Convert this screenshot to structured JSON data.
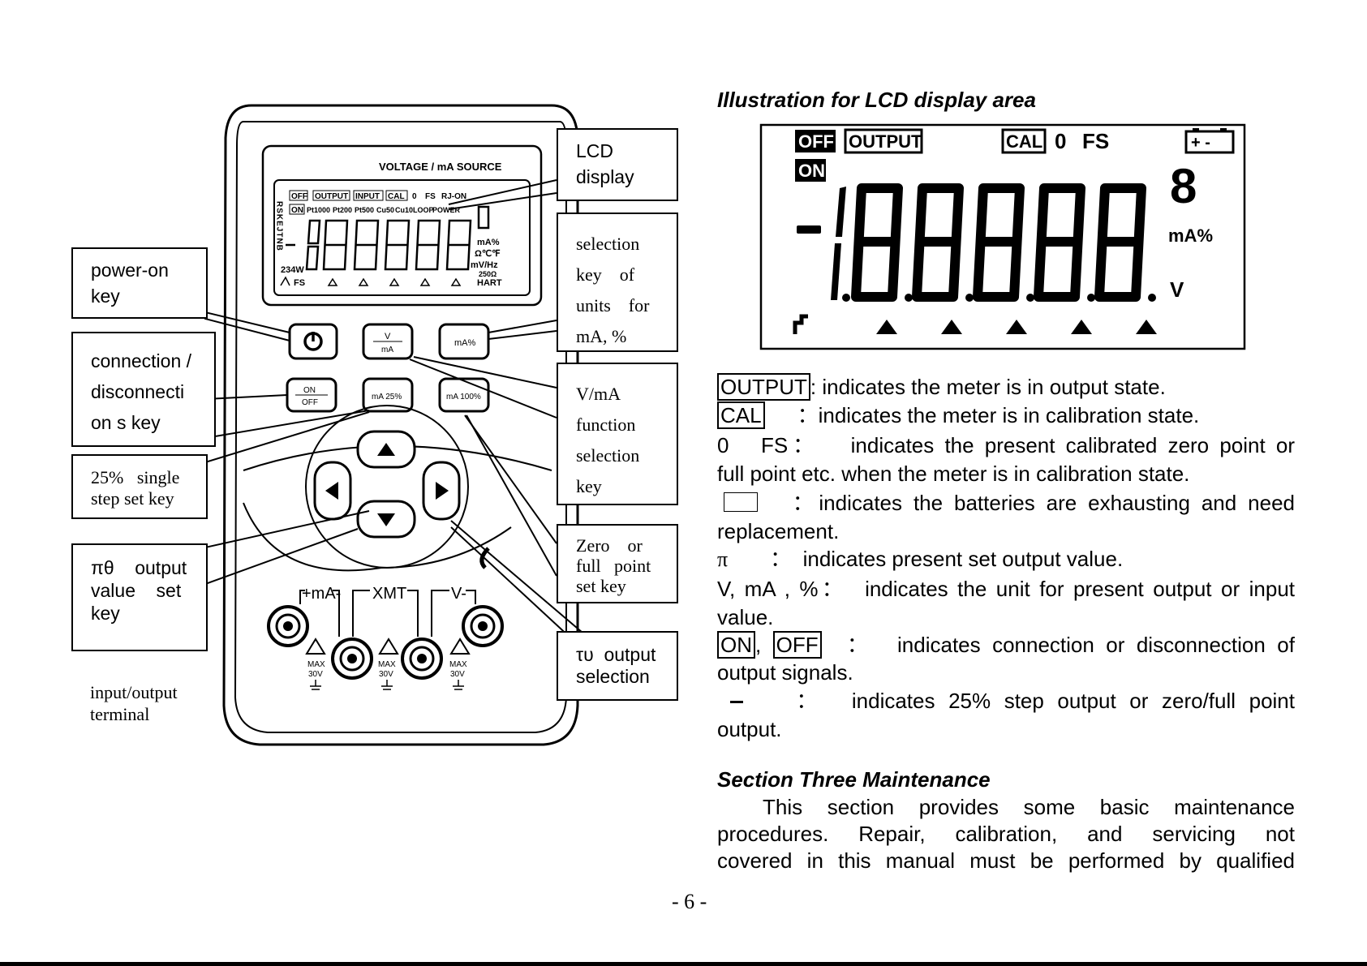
{
  "device": {
    "lcd_header": "VOLTAGE / mA SOURCE",
    "lcd_flags_row1": [
      "OFF",
      "OUTPUT",
      "INPUT",
      "CAL",
      "0",
      "FS",
      "RJ-ON"
    ],
    "lcd_flags_row2": [
      "ON",
      "Pt1000",
      "Pt200",
      "Pt500",
      "Cu50",
      "Cu10",
      "LOOP",
      "POWER"
    ],
    "lcd_side_letters": "RSKEJTNB",
    "lcd_bottom_left": "234W",
    "lcd_units": [
      "mA%",
      "Ω℃℉",
      "mV/Hz",
      "250Ω",
      "HART"
    ],
    "lcd_fs_label": "FS",
    "buttons": {
      "power": "⏻",
      "v_ma_top": "V",
      "v_ma_bottom": "mA",
      "ma_pct": "mA%",
      "on": "ON",
      "off": "OFF",
      "ma25": "mA 25%",
      "ma100": "mA 100%"
    },
    "terminals": [
      "+mA-",
      "XMT",
      "V-"
    ],
    "max_label": "MAX",
    "volt_label": "30V"
  },
  "callouts": {
    "power_on_key": [
      "power-on",
      "key"
    ],
    "connection_key": [
      "connection /",
      "disconnecti",
      "on s key"
    ],
    "step_25": [
      "25%   single",
      "step set key"
    ],
    "value_set": [
      "πθ    output",
      "value    set",
      "key"
    ],
    "io_terminal": [
      "input/output",
      "terminal"
    ],
    "lcd_display": [
      "LCD",
      "display"
    ],
    "units_key": [
      "selection",
      "key    of",
      "units    for",
      "mA, %"
    ],
    "function_key": [
      "V/mA",
      "function",
      "selection",
      "key"
    ],
    "zero_full": [
      "Zero    or",
      "full   point",
      "set key"
    ],
    "output_sel": [
      "τυ  output",
      "selection"
    ]
  },
  "lcd_big": {
    "title": "Illustration for LCD display area",
    "off": "OFF",
    "output": "OUTPUT",
    "cal": "CAL",
    "zero": "0",
    "fs": "FS",
    "on": "ON",
    "digits": "-1.8.8.8.8.8",
    "small_digit": "8",
    "unit_ma": "mA%",
    "unit_v": "V"
  },
  "legend": [
    {
      "term": "OUTPUT",
      "text": ": indicates the meter is in output state."
    },
    {
      "term": "CAL",
      "text": "：indicates the meter is in calibration state."
    },
    {
      "term": "0   FS",
      "text": "：   indicates the present calibrated zero point or"
    },
    {
      "term": "",
      "text": "full point etc. when the meter is in calibration state."
    },
    {
      "term": "",
      "text": "：indicates the batteries are exhausting and need"
    },
    {
      "term": "",
      "text": "replacement."
    },
    {
      "term": "π",
      "text": "：  indicates present set output value."
    },
    {
      "term": "V, mA , %",
      "text": "：  indicates the unit for present output or input"
    },
    {
      "term": "",
      "text": "value."
    },
    {
      "term": "ON",
      "term2": "OFF",
      "text": "：  indicates connection or disconnection of"
    },
    {
      "term": "",
      "text": "output signals."
    },
    {
      "term": "",
      "text": "：  indicates 25% step output or zero/full point"
    },
    {
      "term": "",
      "text": "output."
    }
  ],
  "section": {
    "heading": "Section Three Maintenance",
    "lines": [
      "This section provides some basic maintenance",
      "procedures. Repair, calibration, and servicing not",
      "covered in this manual must be performed by qualified"
    ]
  },
  "page_number": "- 6 -"
}
